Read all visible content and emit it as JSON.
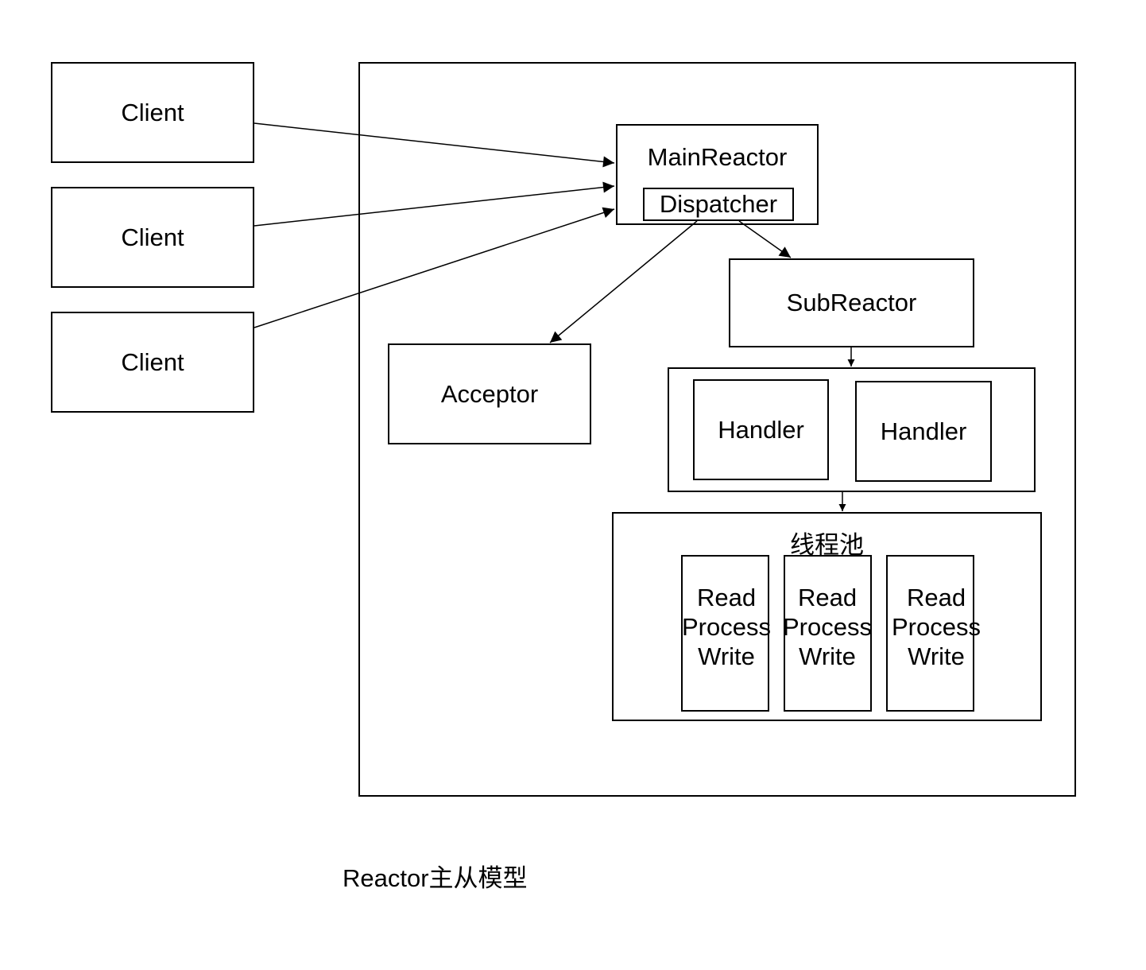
{
  "clients": [
    "Client",
    "Client",
    "Client"
  ],
  "main_reactor": {
    "label": "MainReactor",
    "dispatcher": "Dispatcher"
  },
  "acceptor": "Acceptor",
  "sub_reactor": "SubReactor",
  "handlers": [
    "Handler",
    "Handler"
  ],
  "thread_pool": {
    "title": "线程池",
    "tasks": [
      {
        "lines": [
          "Read",
          "Process",
          "Write"
        ]
      },
      {
        "lines": [
          "Read",
          "Process",
          "Write"
        ]
      },
      {
        "lines": [
          "Read",
          "Process",
          "Write"
        ]
      }
    ]
  },
  "caption": "Reactor主从模型"
}
